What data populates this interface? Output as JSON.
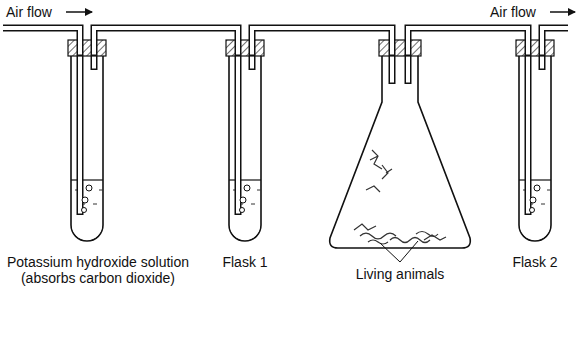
{
  "diagram": {
    "nodes": [
      {
        "text": [
          "Potassium hydroxide solution (absorbs carbon dioxide)"
        ]
      },
      {
        "text": [
          "Flask 1"
        ]
      },
      {
        "text": [
          "Living animals"
        ]
      },
      {
        "text": [
          "Flask 2"
        ]
      }
    ],
    "edges": [
      {
        "from": 0,
        "to": 1,
        "arrow": "none"
      },
      {
        "from": 1,
        "to": 2,
        "arrow": "none"
      },
      {
        "from": 2,
        "to": 3,
        "arrow": "none"
      }
    ],
    "labels": [
      "Air flow",
      "Air flow"
    ]
  }
}
